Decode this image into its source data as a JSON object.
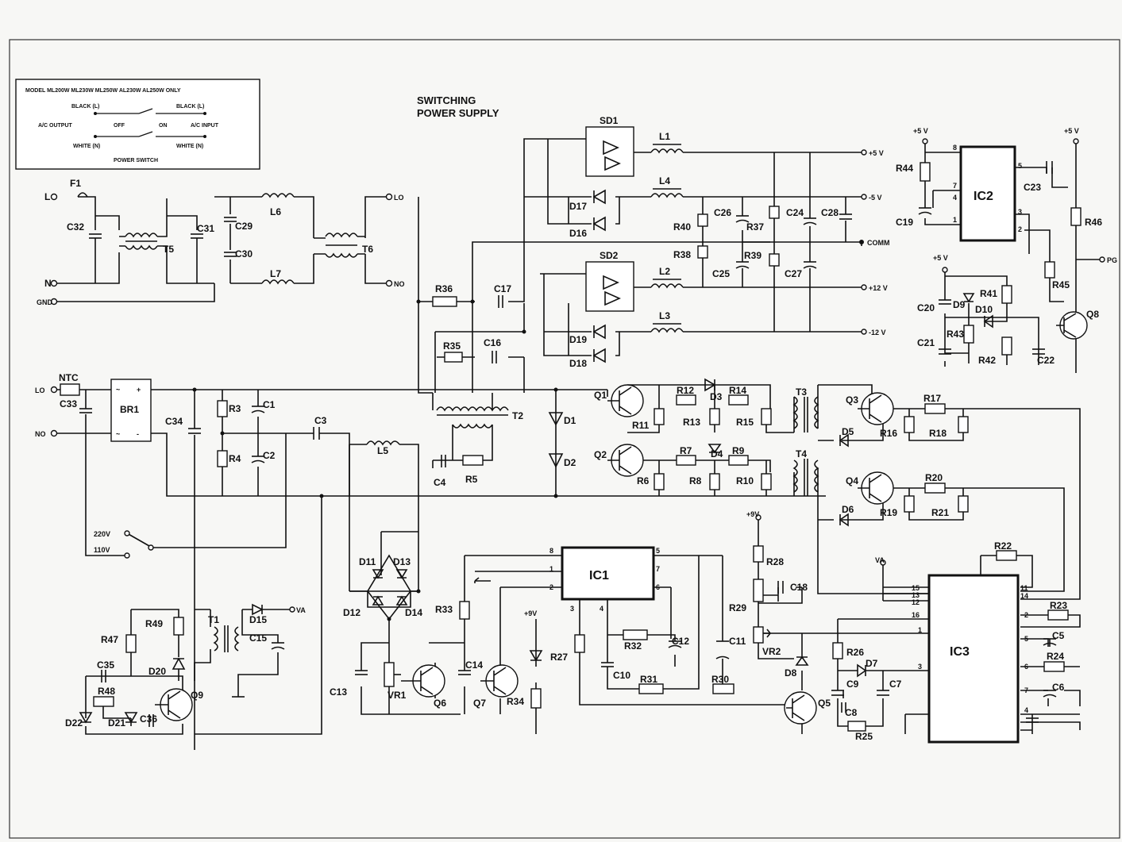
{
  "title": {
    "line1": "SWITCHING",
    "line2": "POWER SUPPLY"
  },
  "inset": {
    "heading": "MODEL ML200W ML230W ML250W AL230W AL250W ONLY",
    "black_left": "BLACK (L)",
    "black_right": "BLACK (L)",
    "ac_output": "A/C OUTPUT",
    "ac_input": "A/C INPUT",
    "off": "OFF",
    "on": "ON",
    "white_left": "WHITE (N)",
    "white_right": "WHITE (N)",
    "power_switch": "POWER SWITCH"
  },
  "terminals": {
    "l_in": "L",
    "n_in": "N",
    "gnd": "GND",
    "lo": "LO",
    "no": "NO",
    "lo2": "LO",
    "no2": "NO",
    "v220": "220V",
    "v110": "110V",
    "p5v": "+5 V",
    "m5v": "-5 V",
    "comm": "COMM",
    "p12v": "+12 V",
    "m12v": "-12 V",
    "va": "VA",
    "va2": "VA",
    "plus9v_a": "+9V",
    "plus9v_b": "+9V",
    "ic2_5v": "+5 V",
    "q8_5v": "+5 V",
    "d9_5v": "+5 V",
    "pg": "PG"
  },
  "ics": {
    "ic1": "IC1",
    "ic2": "IC2",
    "ic3": "IC3"
  },
  "ic1_pins": {
    "p8": "8",
    "p5": "5",
    "p1": "1",
    "p7": "7",
    "p2": "2",
    "p6": "6",
    "p3": "3",
    "p4": "4"
  },
  "ic2_pins": {
    "p8": "8",
    "p5": "5",
    "p7": "7",
    "p4": "4",
    "p1": "1",
    "p3": "3",
    "p2": "2"
  },
  "ic3_pins": {
    "p15": "15",
    "p13": "13",
    "p12": "12",
    "p16": "16",
    "p11": "11",
    "p14": "14",
    "p2": "2",
    "p1": "1",
    "p3": "3",
    "p5": "5",
    "p6": "6",
    "p7": "7",
    "p4": "4"
  },
  "parts": {
    "F1": "F1",
    "C32": "C32",
    "T5": "T5",
    "C31": "C31",
    "C29": "C29",
    "C30": "C30",
    "L6": "L6",
    "L7": "L7",
    "T6": "T6",
    "NTC": "NTC",
    "C33": "C33",
    "BR1": "BR1",
    "C34": "C34",
    "R3": "R3",
    "R4": "R4",
    "C1": "C1",
    "C2": "C2",
    "C3": "C3",
    "L5": "L5",
    "C4": "C4",
    "R5": "R5",
    "T2": "T2",
    "R36": "R36",
    "C17": "C17",
    "R35": "R35",
    "C16": "C16",
    "SD1": "SD1",
    "SD2": "SD2",
    "L1": "L1",
    "L4": "L4",
    "L2": "L2",
    "L3": "L3",
    "D17": "D17",
    "D16": "D16",
    "D19": "D19",
    "D18": "D18",
    "R40": "R40",
    "C26": "C26",
    "R37": "R37",
    "C24": "C24",
    "C28": "C28",
    "R38": "R38",
    "R39": "R39",
    "C25": "C25",
    "C27": "C27",
    "D1": "D1",
    "D2": "D2",
    "Q1": "Q1",
    "Q2": "Q2",
    "R11": "R11",
    "R6": "R6",
    "R12": "R12",
    "D3": "D3",
    "R14": "R14",
    "R13": "R13",
    "R15": "R15",
    "R7": "R7",
    "D4": "D4",
    "R9": "R9",
    "R8": "R8",
    "R10": "R10",
    "T3": "T3",
    "T4": "T4",
    "Q3": "Q3",
    "Q4": "Q4",
    "D5": "D5",
    "D6": "D6",
    "R17": "R17",
    "R16": "R16",
    "R18": "R18",
    "R20": "R20",
    "R19": "R19",
    "R21": "R21",
    "R44": "R44",
    "C19": "C19",
    "C23": "C23",
    "R46": "R46",
    "R45": "R45",
    "Q8": "Q8",
    "C20": "C20",
    "D9": "D9",
    "R41": "R41",
    "D10": "D10",
    "C21": "C21",
    "R43": "R43",
    "R42": "R42",
    "C22": "C22",
    "R49": "R49",
    "T1": "T1",
    "D15": "D15",
    "C15": "C15",
    "R47": "R47",
    "C35": "C35",
    "R48": "R48",
    "D20": "D20",
    "Q9": "Q9",
    "D22": "D22",
    "D21": "D21",
    "C36": "C36",
    "D11": "D11",
    "D13": "D13",
    "D12": "D12",
    "D14": "D14",
    "C13": "C13",
    "VR1": "VR1",
    "R33": "R33",
    "Q6": "Q6",
    "C14": "C14",
    "Q7": "Q7",
    "R34": "R34",
    "R27": "R27",
    "R32": "R32",
    "C12": "C12",
    "C10": "C10",
    "R31": "R31",
    "R30": "R30",
    "C11": "C11",
    "R28": "R28",
    "C18": "C18",
    "R29": "R29",
    "VR2": "VR2",
    "D8": "D8",
    "Q5": "Q5",
    "R26": "R26",
    "D7": "D7",
    "C9": "C9",
    "C7": "C7",
    "C8": "C8",
    "R25": "R25",
    "R22": "R22",
    "R23": "R23",
    "C5": "C5",
    "R24": "R24",
    "C6": "C6"
  }
}
